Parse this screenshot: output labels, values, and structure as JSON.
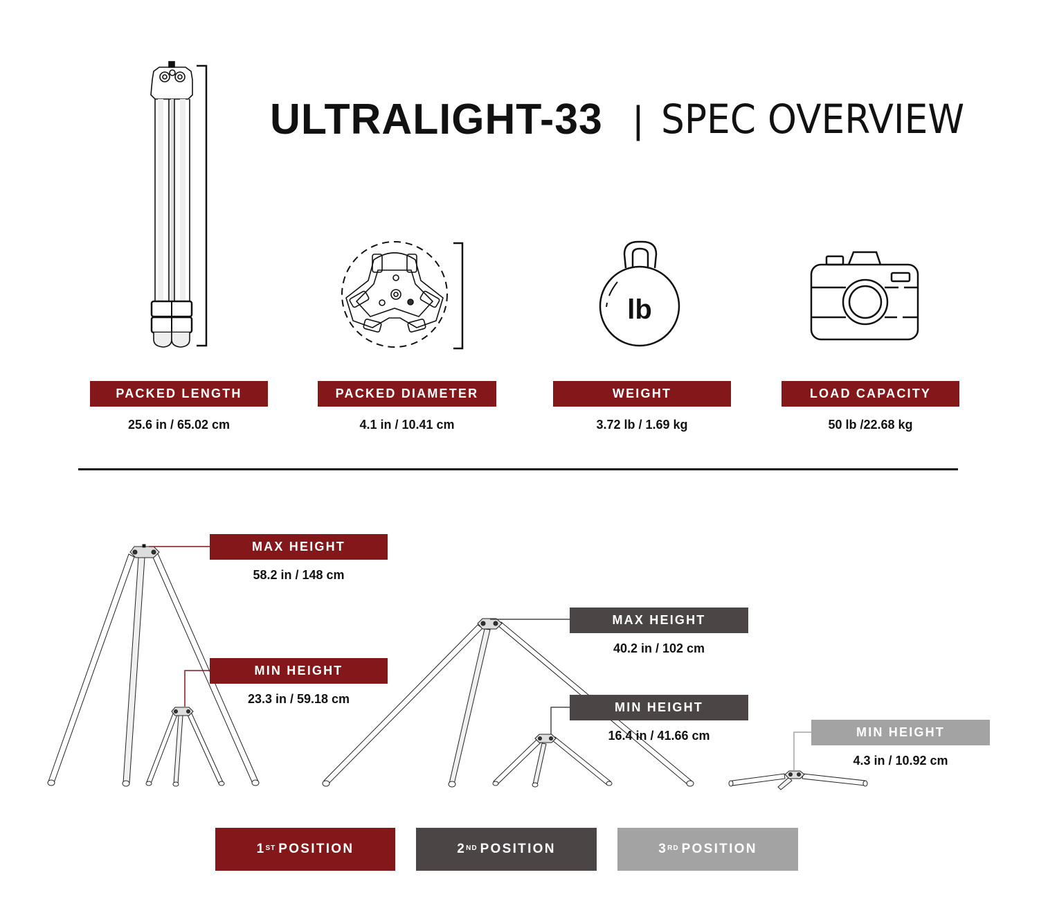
{
  "header": {
    "product": "ULTRALIGHT-33",
    "separator": "|",
    "subtitle": "SPEC OVERVIEW"
  },
  "colors": {
    "first_position": "#841719",
    "second_position": "#4b4546",
    "third_position": "#a3a3a3",
    "text": "#111111"
  },
  "specs": [
    {
      "icon": "packed-tripod-icon",
      "label": "PACKED LENGTH",
      "value": "25.6 in / 65.02 cm"
    },
    {
      "icon": "tripod-top-diameter-icon",
      "label": "PACKED DIAMETER",
      "value": "4.1 in / 10.41 cm"
    },
    {
      "icon": "kettlebell-weight-icon",
      "icon_text": "lb",
      "label": "WEIGHT",
      "value": "3.72 lb / 1.69 kg"
    },
    {
      "icon": "camera-icon",
      "label": "LOAD CAPACITY",
      "value": "50 lb /22.68 kg"
    }
  ],
  "positions": [
    {
      "name": "1ST POSITION",
      "number": "1",
      "suffix": "ST",
      "word": "POSITION",
      "max": {
        "label": "MAX HEIGHT",
        "value": "58.2 in / 148 cm"
      },
      "min": {
        "label": "MIN HEIGHT",
        "value": "23.3 in / 59.18 cm"
      }
    },
    {
      "name": "2ND POSITION",
      "number": "2",
      "suffix": "ND",
      "word": "POSITION",
      "max": {
        "label": "MAX HEIGHT",
        "value": "40.2 in / 102 cm"
      },
      "min": {
        "label": "MIN HEIGHT",
        "value": "16.4 in / 41.66 cm"
      }
    },
    {
      "name": "3RD POSITION",
      "number": "3",
      "suffix": "RD",
      "word": "POSITION",
      "min": {
        "label": "MIN HEIGHT",
        "value": "4.3 in / 10.92 cm"
      }
    }
  ]
}
